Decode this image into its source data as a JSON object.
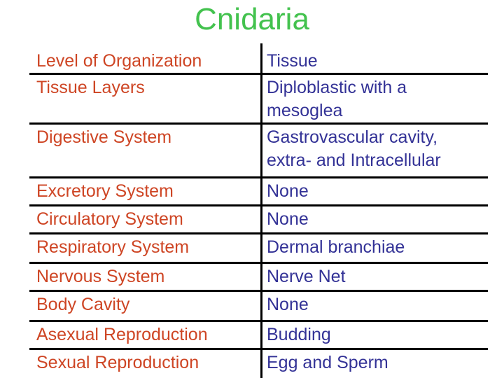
{
  "title": "Cnidaria",
  "colors": {
    "title_green": "#43c24e",
    "label_red": "#ce4524",
    "value_blue": "#333296",
    "line_black": "#000000",
    "background": "#ffffff"
  },
  "table": {
    "rows": [
      {
        "label": "Level of Organization",
        "value": "Tissue"
      },
      {
        "label": "Tissue Layers",
        "value": "Diploblastic with a mesoglea"
      },
      {
        "label": "Digestive System",
        "value": "Gastrovascular cavity, extra- and Intracellular"
      },
      {
        "label": "Excretory System",
        "value": "None"
      },
      {
        "label": "Circulatory System",
        "value": "None"
      },
      {
        "label": "Respiratory System",
        "value": "Dermal branchiae"
      },
      {
        "label": "Nervous System",
        "value": "Nerve Net"
      },
      {
        "label": "Body Cavity",
        "value": "None"
      },
      {
        "label": "Asexual Reproduction",
        "value": "Budding"
      },
      {
        "label": "Sexual Reproduction",
        "value": "Egg and Sperm"
      }
    ]
  }
}
